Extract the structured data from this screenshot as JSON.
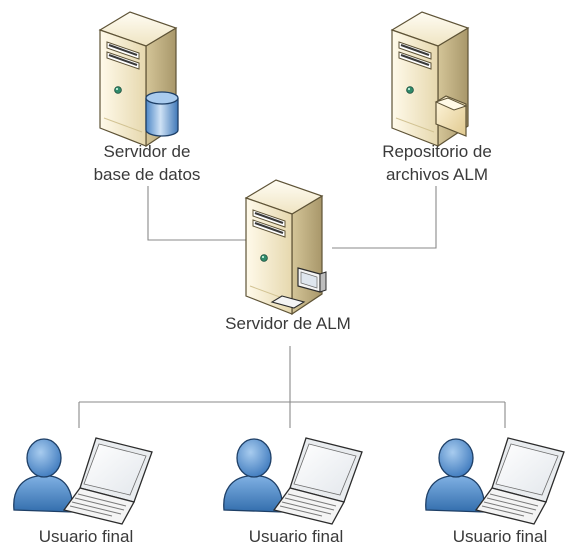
{
  "nodes": {
    "db_server": {
      "label_line1": "Servidor de",
      "label_line2": "base de datos",
      "icon": "database-server-icon"
    },
    "file_repo": {
      "label_line1": "Repositorio de",
      "label_line2": "archivos ALM",
      "icon": "file-server-icon"
    },
    "alm_server": {
      "label": "Servidor de ALM",
      "icon": "workstation-server-icon"
    },
    "users": [
      {
        "label": "Usuario final",
        "icon": "user-laptop-icon"
      },
      {
        "label": "Usuario final",
        "icon": "user-laptop-icon"
      },
      {
        "label": "Usuario final",
        "icon": "user-laptop-icon"
      }
    ]
  },
  "colors": {
    "server_body": "#f1e6c4",
    "server_side": "#c9b98a",
    "user_blue": "#4a86c7",
    "line": "#8a8a8a",
    "text": "#3a3a3a"
  }
}
